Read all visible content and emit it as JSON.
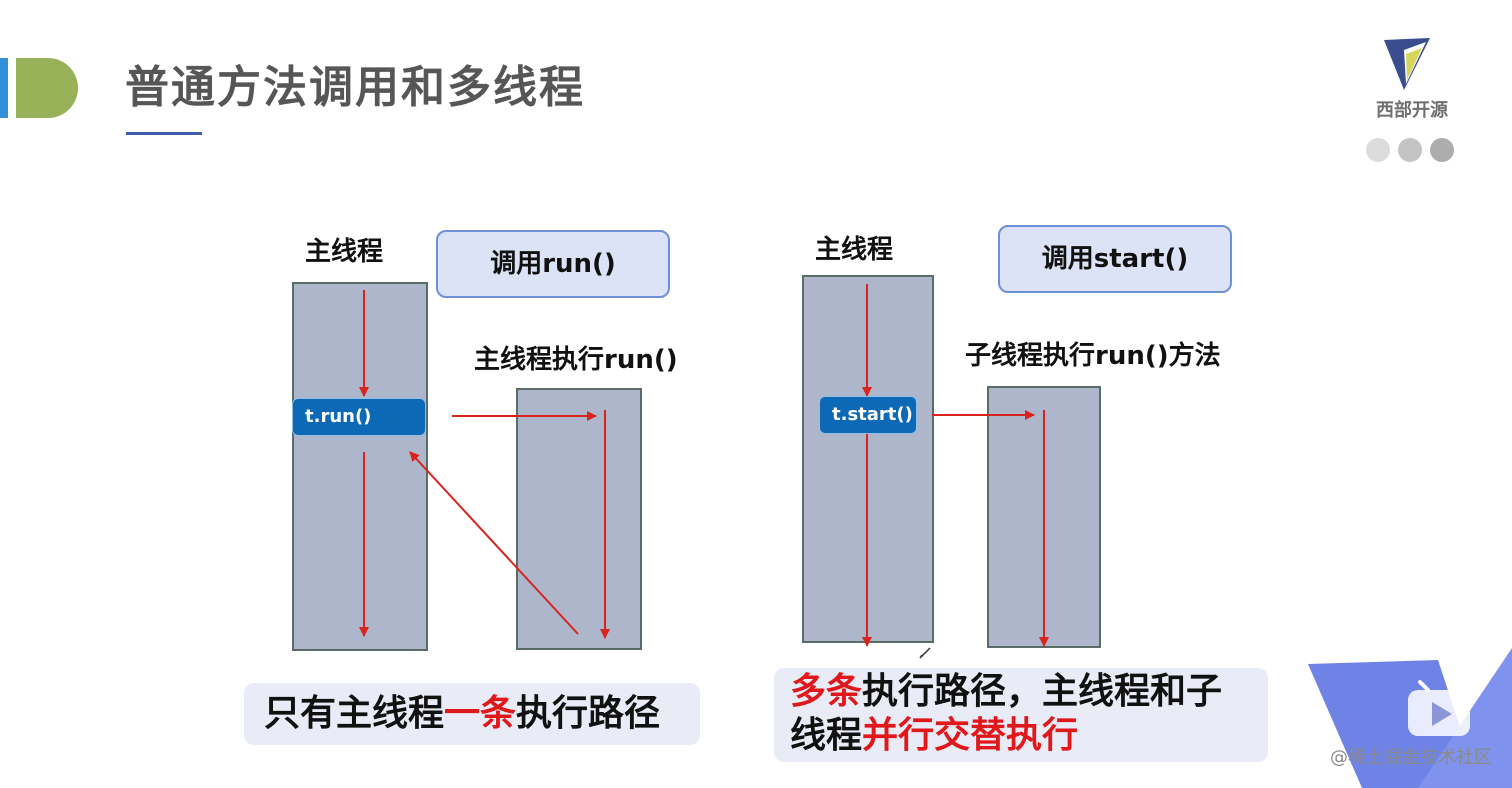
{
  "slide": {
    "title": "普通方法调用和多线程",
    "brand": "西部开源",
    "watermark": "@稀土掘金技术社区"
  },
  "colors": {
    "arrow": "#d9231d",
    "column": "#aeb6cb",
    "highlight": "#e0181c",
    "call_button": "#0d68b5"
  },
  "left": {
    "main_label": "主线程",
    "call_box": "调用run()",
    "exec_label": "主线程执行run()",
    "call_button": "t.run()",
    "summary_a": "只有主线程",
    "summary_hl": "一条",
    "summary_b": "执行路径"
  },
  "right": {
    "main_label": "主线程",
    "call_box": "调用start()",
    "exec_label": "子线程执行run()方法",
    "call_button": "t.start()",
    "summary_hl1": "多条",
    "summary_a": "执行路径，主线程和子",
    "summary_b": "线程",
    "summary_hl2": "并行交替执行"
  }
}
